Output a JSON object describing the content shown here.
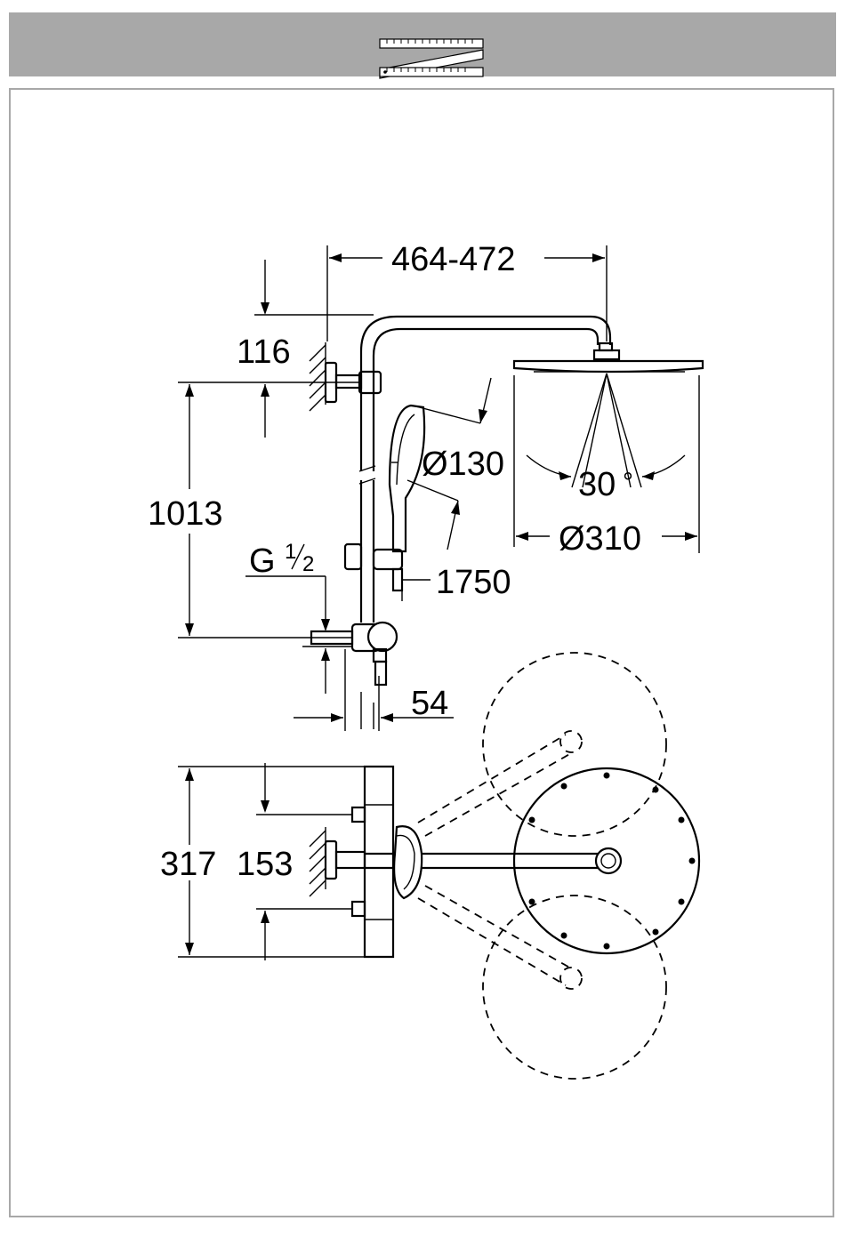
{
  "header": {
    "icon": "folding-ruler-icon",
    "background_color": "#a8a8a8"
  },
  "dimensions": {
    "arm_length": "464-472",
    "ceiling_offset": "116",
    "bracket_height": "1013",
    "hand_shower_diameter": "Ø130",
    "head_shower_diameter": "Ø310",
    "spray_angle": "30",
    "spray_angle_unit": "°",
    "install_height": "1750",
    "thread_letter": "G",
    "thread_num": "1",
    "thread_den": "2",
    "pipe_offset": "54",
    "depth_total": "317",
    "depth_wall": "153"
  }
}
